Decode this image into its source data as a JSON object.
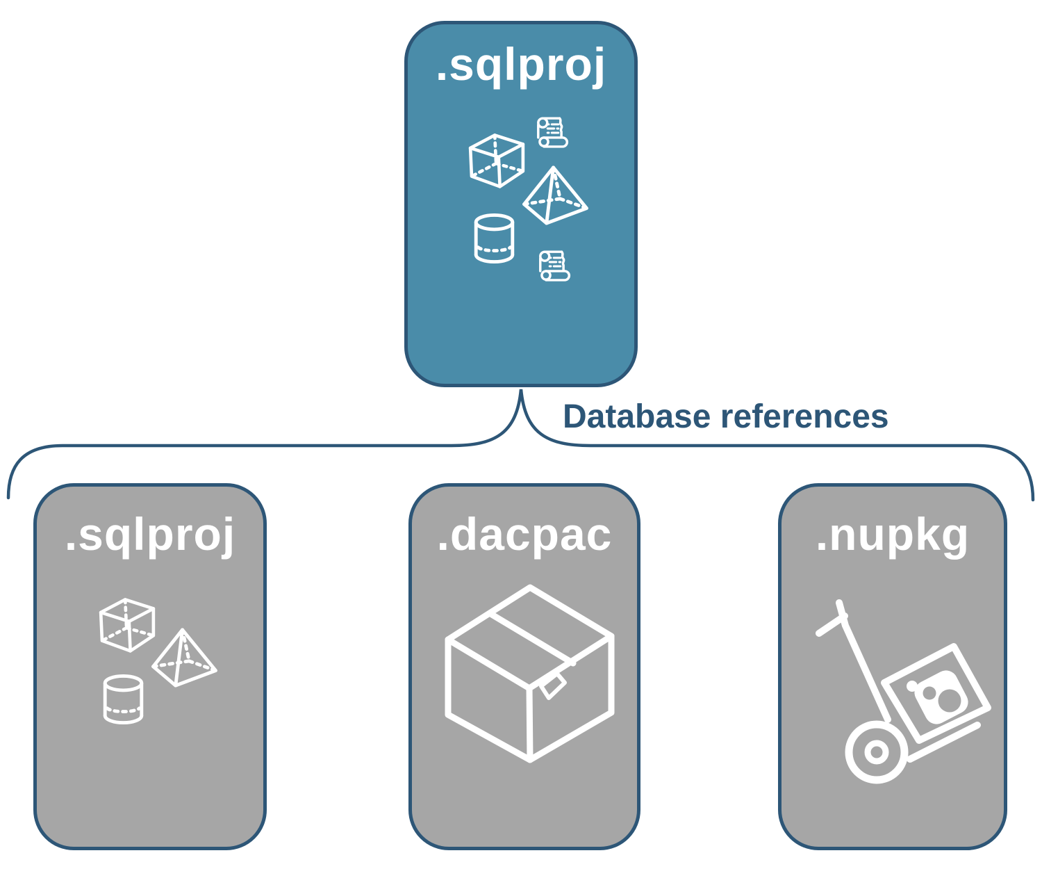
{
  "diagram": {
    "connector_label": "Database references",
    "top_node": {
      "label": ".sqlproj",
      "icons": [
        "script-scroll-icon",
        "cube-icon",
        "pyramid-icon",
        "database-cylinder-icon",
        "script-scroll-icon"
      ]
    },
    "child_nodes": [
      {
        "label": ".sqlproj",
        "icons": [
          "cube-icon",
          "pyramid-icon",
          "database-cylinder-icon"
        ]
      },
      {
        "label": ".dacpac",
        "icons": [
          "package-box-icon"
        ]
      },
      {
        "label": ".nupkg",
        "icons": [
          "nuget-hand-truck-icon"
        ]
      }
    ],
    "colors": {
      "highlight_node_fill": "#4A8CA9",
      "reference_node_fill": "#A6A6A6",
      "outline": "#2D5677",
      "label_text": "#2D5677",
      "icon": "#FFFFFF",
      "background": "#FFFFFF"
    }
  }
}
